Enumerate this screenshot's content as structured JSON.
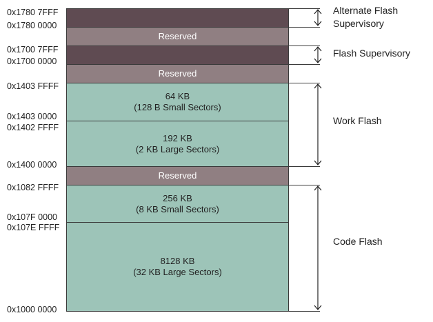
{
  "addresses": {
    "a1": "0x1780 7FFF",
    "a2": "0x1780 0000",
    "a3": "0x1700 7FFF",
    "a4": "0x1700 0000",
    "a5": "0x1403 FFFF",
    "a6": "0x1403 0000",
    "a7": "0x1402 FFFF",
    "a8": "0x1400 0000",
    "a9": "0x1082 FFFF",
    "a10": "0x107F 0000",
    "a11": "0x107E FFFF",
    "a12": "0x1000 0000"
  },
  "regions": {
    "reserved1": "Reserved",
    "reserved2": "Reserved",
    "reserved3": "Reserved",
    "work_small_size": "64 KB",
    "work_small_desc": "(128 B Small Sectors)",
    "work_large_size": "192 KB",
    "work_large_desc": "(2 KB Large Sectors)",
    "code_small_size": "256 KB",
    "code_small_desc": "(8 KB Small Sectors)",
    "code_large_size": "8128 KB",
    "code_large_desc": "(32 KB Large Sectors)"
  },
  "labels": {
    "alt_supervisory_line1": "Alternate Flash",
    "alt_supervisory_line2": "Supervisory",
    "supervisory": "Flash Supervisory",
    "work_flash": "Work Flash",
    "code_flash": "Code Flash"
  },
  "colors": {
    "supervisory": "#5f4b52",
    "reserved": "#907f82",
    "flash": "#9dc4b8"
  }
}
